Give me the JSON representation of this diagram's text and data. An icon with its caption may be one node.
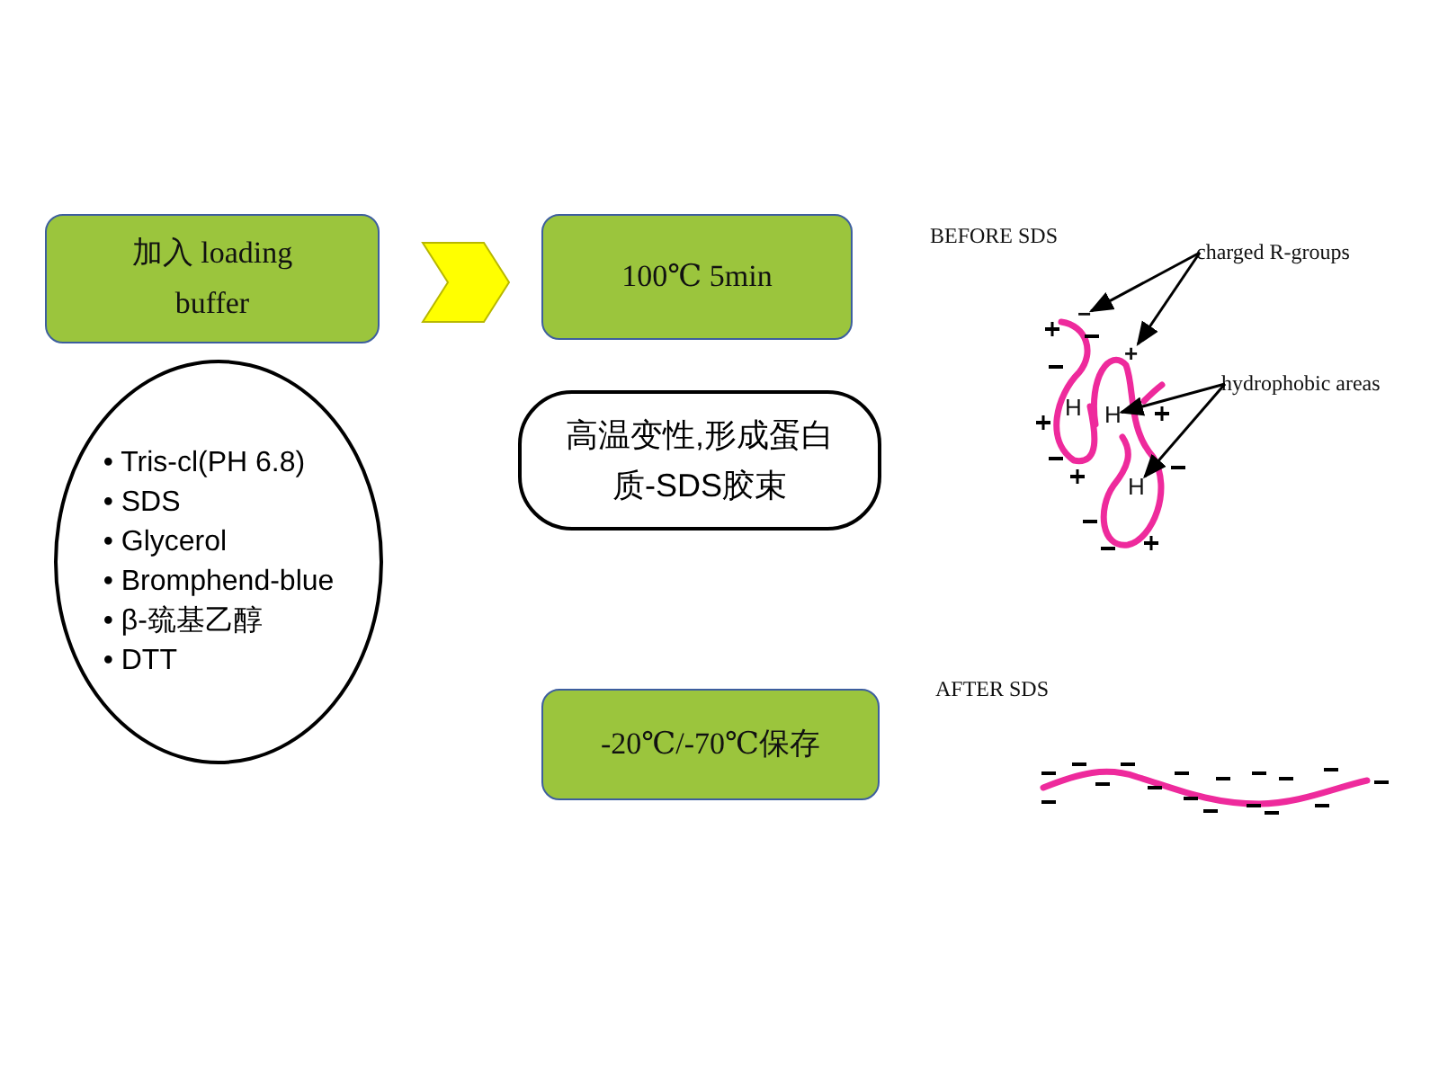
{
  "diagram": {
    "nodes": [
      {
        "text": [
          "加入 loading buffer"
        ]
      },
      {
        "text": [
          "100℃ 5min"
        ]
      },
      {
        "text": [
          "• Tris-cl(PH 6.8)",
          "• SDS",
          "• Glycerol",
          "• Bromphend-blue",
          "• β-巯基乙醇",
          "• DTT"
        ]
      },
      {
        "text": [
          "高温变性,形成蛋白质-SDS胶束"
        ]
      },
      {
        "text": [
          "-20℃/-70℃保存"
        ]
      },
      {
        "text": [
          "charged R-groups"
        ]
      },
      {
        "text": [
          "hydrophobic areas"
        ]
      },
      {
        "text": [
          "H"
        ]
      },
      {
        "text": [
          "H"
        ]
      },
      {
        "text": [
          "H"
        ]
      },
      {
        "text": [
          "−"
        ]
      },
      {
        "text": [
          "+"
        ]
      }
    ],
    "edges": [
      {
        "from": 0,
        "to": 1,
        "arrow": "to"
      },
      {
        "from": 5,
        "to": 10,
        "arrow": "to"
      },
      {
        "from": 5,
        "to": 11,
        "arrow": "to"
      },
      {
        "from": 6,
        "to": 8,
        "arrow": "to"
      },
      {
        "from": 6,
        "to": 9,
        "arrow": "to"
      }
    ],
    "labels": [
      "BEFORE SDS",
      "AFTER SDS"
    ]
  }
}
